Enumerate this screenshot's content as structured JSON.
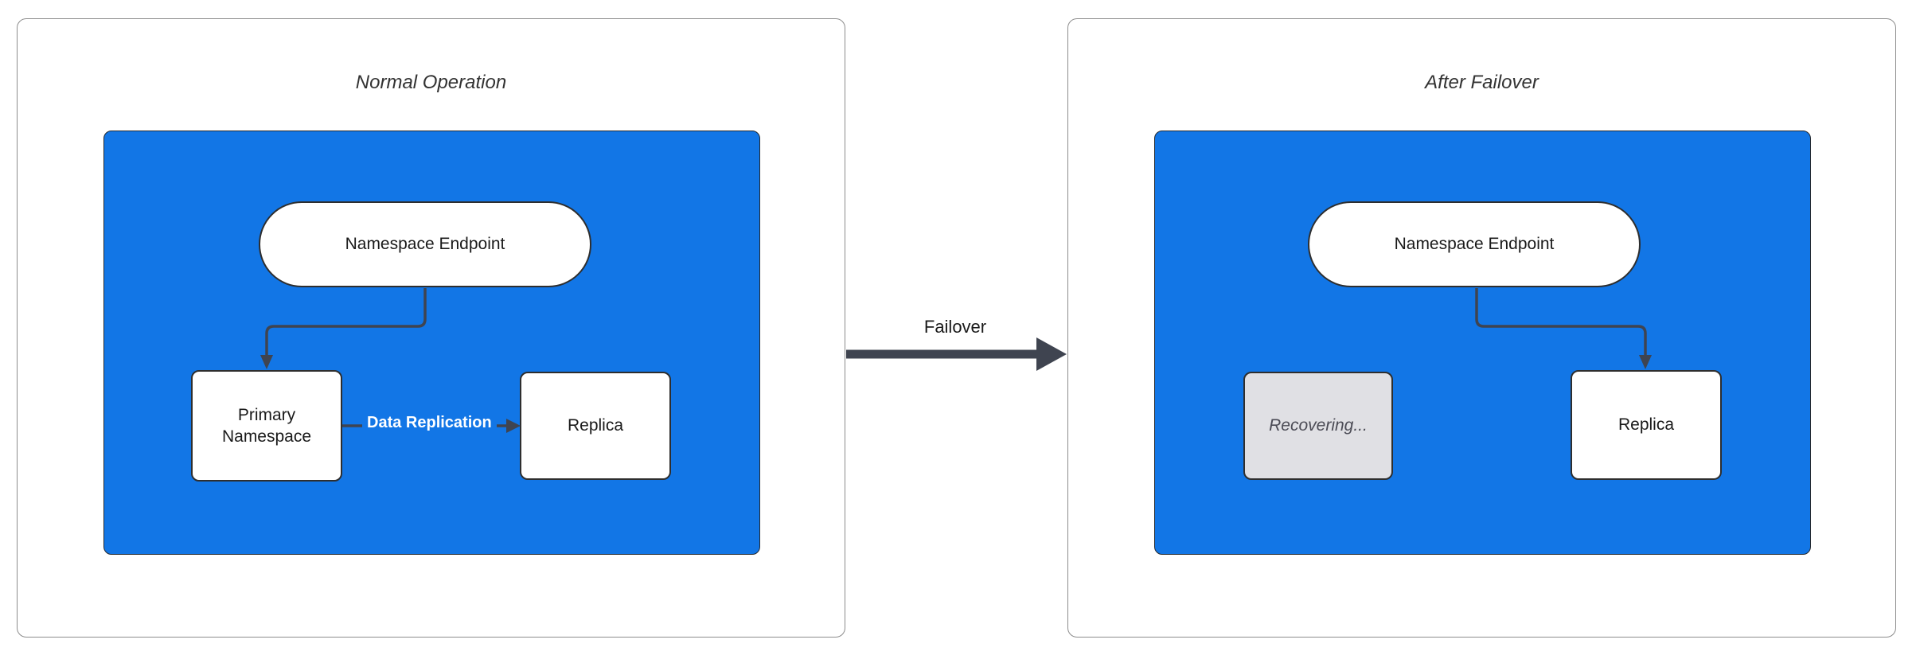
{
  "diagram": {
    "panels": [
      {
        "id": "normal",
        "title": "Normal Operation",
        "nodes": [
          {
            "id": "endpoint",
            "label": "Namespace Endpoint",
            "shape": "stadium"
          },
          {
            "id": "primary",
            "label": "Primary Namespace",
            "shape": "rect"
          },
          {
            "id": "replica",
            "label": "Replica",
            "shape": "rect"
          }
        ],
        "edges": [
          {
            "from": "endpoint",
            "to": "primary",
            "label": ""
          },
          {
            "from": "primary",
            "to": "replica",
            "label": "Data Replication"
          }
        ]
      },
      {
        "id": "after",
        "title": "After Failover",
        "nodes": [
          {
            "id": "endpoint2",
            "label": "Namespace Endpoint",
            "shape": "stadium"
          },
          {
            "id": "recovering",
            "label": "Recovering...",
            "shape": "rect",
            "state": "disabled"
          },
          {
            "id": "replica2",
            "label": "Replica",
            "shape": "rect"
          }
        ],
        "edges": [
          {
            "from": "endpoint2",
            "to": "replica2",
            "label": ""
          }
        ]
      }
    ],
    "transition": {
      "label": "Failover"
    }
  },
  "colors": {
    "cluster_fill": "#1276e6",
    "edge": "#3f4450",
    "node_border": "#2e2e2e",
    "node_fill": "#ffffff",
    "node_text": "#1a1a1a",
    "disabled_fill": "#e0e0e4",
    "disabled_text": "#4b4b55",
    "label_on_blue": "#ffffff",
    "panel_border": "#8c8c8c",
    "title_text": "#333333"
  }
}
